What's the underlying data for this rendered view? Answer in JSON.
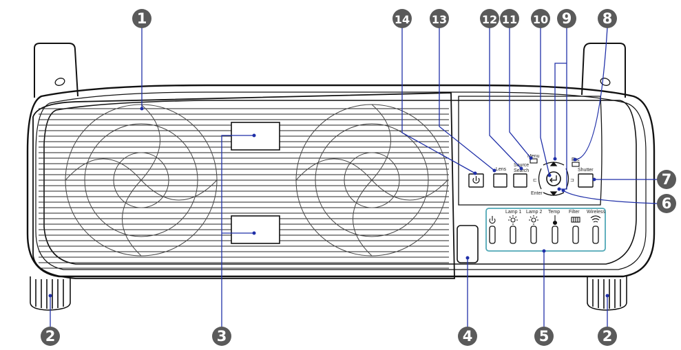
{
  "callouts": {
    "n1": "1",
    "n2": "2",
    "n3": "3",
    "n4": "4",
    "n5": "5",
    "n6": "6",
    "n7": "7",
    "n8": "8",
    "n9": "9",
    "n10": "10",
    "n11": "11",
    "n12": "12",
    "n13": "13",
    "n14": "14"
  },
  "panel": {
    "menu": "Menu",
    "esc": "Esc",
    "shutter": "Shutter",
    "lens": "Lens",
    "source_search_line1": "Source",
    "source_search_line2": "Search",
    "enter": "Enter"
  },
  "indicators": {
    "lamp1": "Lamp 1",
    "lamp2": "Lamp 2",
    "temp": "Temp",
    "filter": "Filter",
    "wireless": "Wireless"
  },
  "colors": {
    "callout_fill": "#5a5a5a",
    "leader_line": "#1f2fa8",
    "indicator_frame": "#4fa8b6",
    "outline": "#111111"
  }
}
